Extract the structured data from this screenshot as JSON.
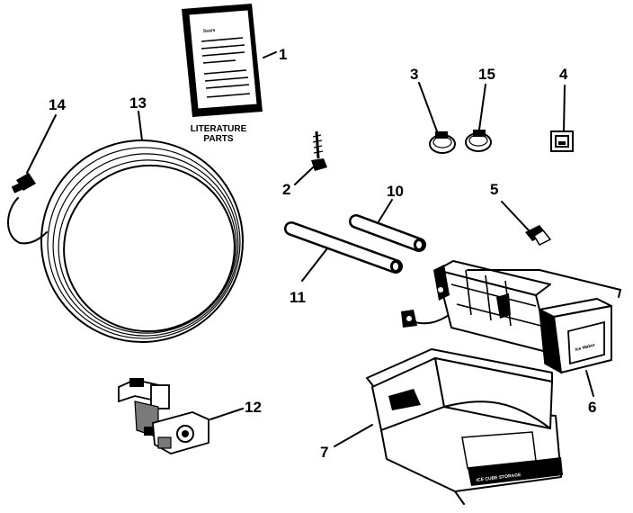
{
  "callouts": {
    "p1": "1",
    "p2": "2",
    "p3": "3",
    "p4": "4",
    "p5": "5",
    "p6": "6",
    "p7": "7",
    "p10": "10",
    "p11": "11",
    "p12": "12",
    "p13": "13",
    "p14": "14",
    "p15": "15"
  },
  "literature_caption": {
    "line1": "LITERATURE",
    "line2": "PARTS"
  },
  "booklet_brand": "Sears",
  "ice_maker_label": "Ice Maker",
  "bin_label": "ICE CUBE STORAGE"
}
